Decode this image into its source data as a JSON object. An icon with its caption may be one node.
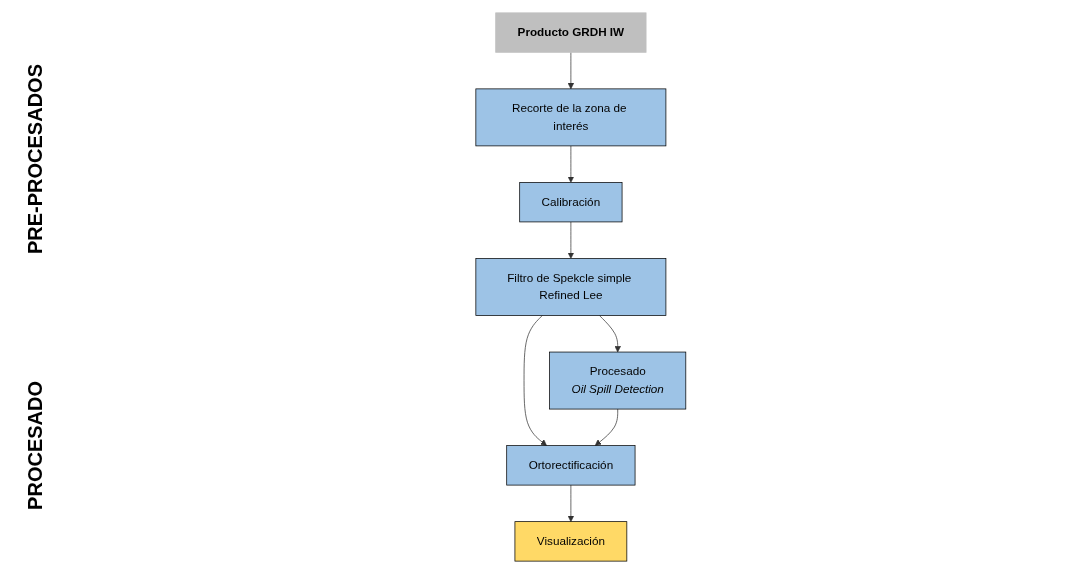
{
  "diagram": {
    "nodes": [
      {
        "text": [
          "Producto GRDH IW"
        ]
      },
      {
        "text": [
          "Recorte de la zona de interés"
        ]
      },
      {
        "text": [
          "Calibración"
        ]
      },
      {
        "text": [
          "Filtro de Spekcle simple Refined Lee"
        ]
      },
      {
        "text": [
          "Ortorectificación"
        ]
      },
      {
        "text": [
          "Visualización"
        ]
      },
      {
        "text": [
          "Procesado",
          "Oil Spill Detection"
        ]
      }
    ],
    "edges": [
      {
        "from": 0,
        "to": 1,
        "arrow": "to"
      },
      {
        "from": 1,
        "to": 2,
        "arrow": "to"
      },
      {
        "from": 2,
        "to": 3,
        "arrow": "to"
      },
      {
        "from": 3,
        "to": 6,
        "arrow": "to"
      },
      {
        "from": 3,
        "to": 4,
        "arrow": "to"
      },
      {
        "from": 6,
        "to": 4,
        "arrow": "to"
      },
      {
        "from": 4,
        "to": 5,
        "arrow": "to"
      }
    ],
    "labels": [
      "PRE-PROCESADOS",
      "PROCESADO"
    ]
  }
}
